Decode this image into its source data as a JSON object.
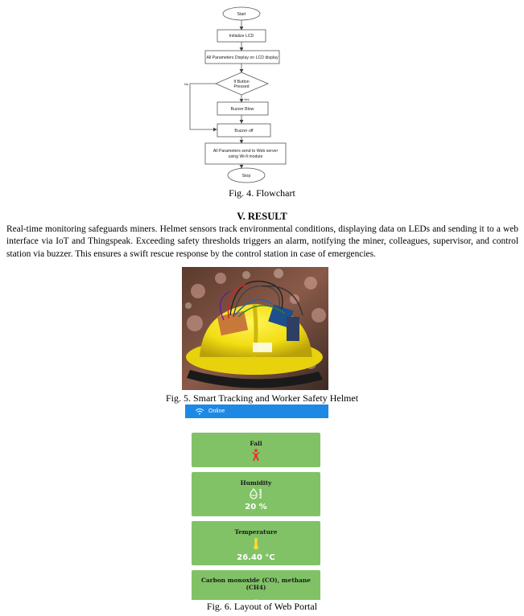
{
  "flowchart": {
    "nodes": {
      "start": "Start",
      "init_lcd": "Initialize LCD",
      "display": "All Parameters Display on LCD display",
      "decision_line1": "If Button",
      "decision_line2": "Pressed",
      "buzzer_blow": "Buzzer Blow",
      "buzzer_off": "Buzzer off",
      "send_line1": "All Parameters send to Web server",
      "send_line2": "using Wi-fi module",
      "stop": "Stop"
    },
    "edge_labels": {
      "yes": "Yes",
      "no": "No"
    }
  },
  "fig4_caption": "Fig. 4. Flowchart",
  "section": {
    "heading": "V.  RESULT",
    "paragraph": "Real-time monitoring safeguards miners. Helmet sensors track environmental conditions, displaying data on LEDs and sending it to a web interface via IoT and Thingspeak. Exceeding safety thresholds triggers an alarm, notifying the miner, colleagues, supervisor, and control station via buzzer. This ensures a swift rescue response by the control station in case of emergencies."
  },
  "fig5_caption": "Fig. 5. Smart Tracking and Worker Safety Helmet",
  "portal": {
    "status": "Online",
    "colors": {
      "topbar": "#1e88e5",
      "card": "#81c267",
      "alert_icon": "#e53935",
      "temp_icon": "#fdd835"
    },
    "cards": [
      {
        "title": "Fall",
        "icon": "person-fall-icon",
        "value": ""
      },
      {
        "title": "Humidity",
        "icon": "humidity-icon",
        "value": "20 %"
      },
      {
        "title": "Temperature",
        "icon": "thermometer-icon",
        "value": "26.40 °C"
      },
      {
        "title": "Carbon monoxide (CO), methane (CH4)",
        "icon": "gas-icon",
        "value": ""
      }
    ]
  },
  "fig6_caption": "Fig. 6. Layout of Web Portal"
}
